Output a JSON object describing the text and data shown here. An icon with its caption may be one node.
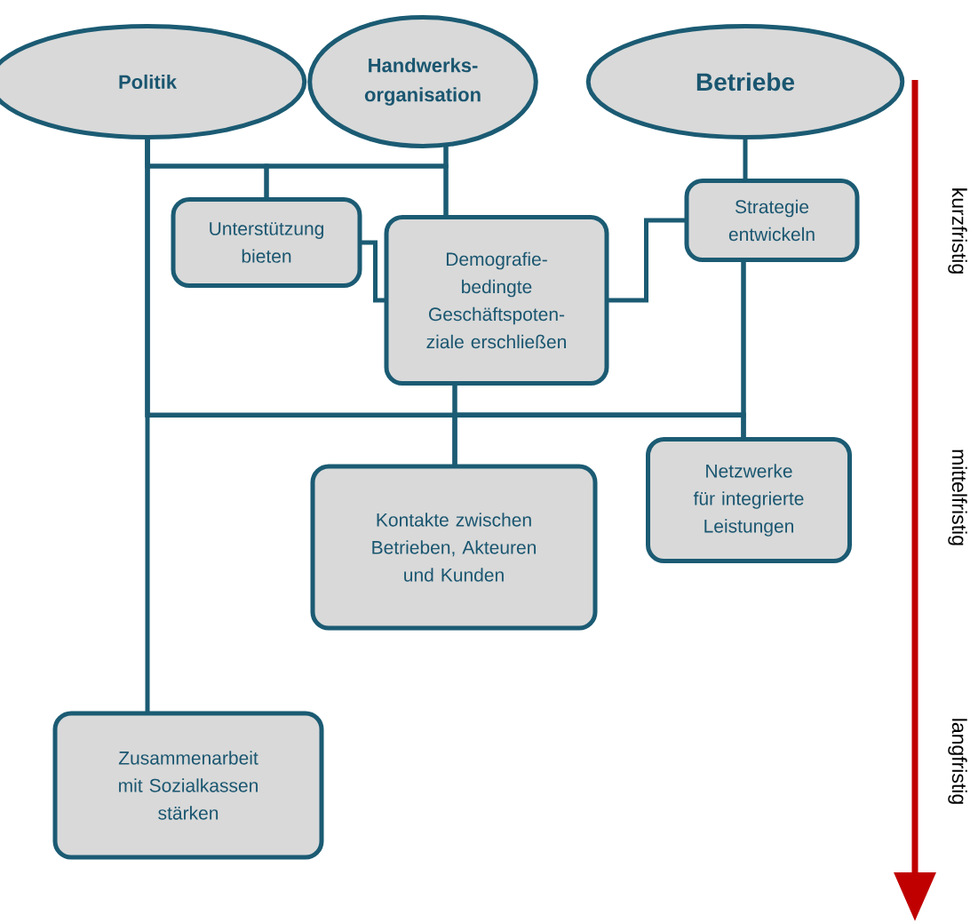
{
  "diagram": {
    "nodes": [
      {
        "text": [
          "Politik"
        ]
      },
      {
        "text": [
          "Handwerks-organisation"
        ]
      },
      {
        "text": [
          "Betriebe"
        ]
      },
      {
        "text": [
          "Unterstützung bieten"
        ]
      },
      {
        "text": [
          "Demografie-bedingte Geschäftspoten-ziale erschließen"
        ]
      },
      {
        "text": [
          "Strategie entwickeln"
        ]
      },
      {
        "text": [
          "Kontakte zwischen Betrieben, Akteuren und Kunden"
        ]
      },
      {
        "text": [
          "Netzwerke für integrierte Leistungen"
        ]
      },
      {
        "text": [
          "Zusammenarbeit mit Sozialkassen stärken"
        ]
      }
    ],
    "edges": [
      {
        "from": 0,
        "to": 8,
        "arrow": "none"
      },
      {
        "from": 0,
        "to": 3,
        "arrow": "none"
      },
      {
        "from": 1,
        "to": 3,
        "arrow": "none"
      },
      {
        "from": 0,
        "to": 4,
        "arrow": "none"
      },
      {
        "from": 1,
        "to": 4,
        "arrow": "none"
      },
      {
        "from": 3,
        "to": 4,
        "arrow": "none"
      },
      {
        "from": 2,
        "to": 5,
        "arrow": "none"
      },
      {
        "from": 5,
        "to": 4,
        "arrow": "none"
      },
      {
        "from": 5,
        "to": 7,
        "arrow": "none"
      },
      {
        "from": 4,
        "to": 6,
        "arrow": "none"
      },
      {
        "from": 0,
        "to": 6,
        "arrow": "none"
      },
      {
        "from": 5,
        "to": 6,
        "arrow": "none"
      },
      {
        "from": 0,
        "to": 7,
        "arrow": "none"
      },
      {
        "from": 4,
        "to": 7,
        "arrow": "none"
      }
    ],
    "labels": [
      "kurzfristig",
      "mittelfristig",
      "langfristig"
    ]
  }
}
